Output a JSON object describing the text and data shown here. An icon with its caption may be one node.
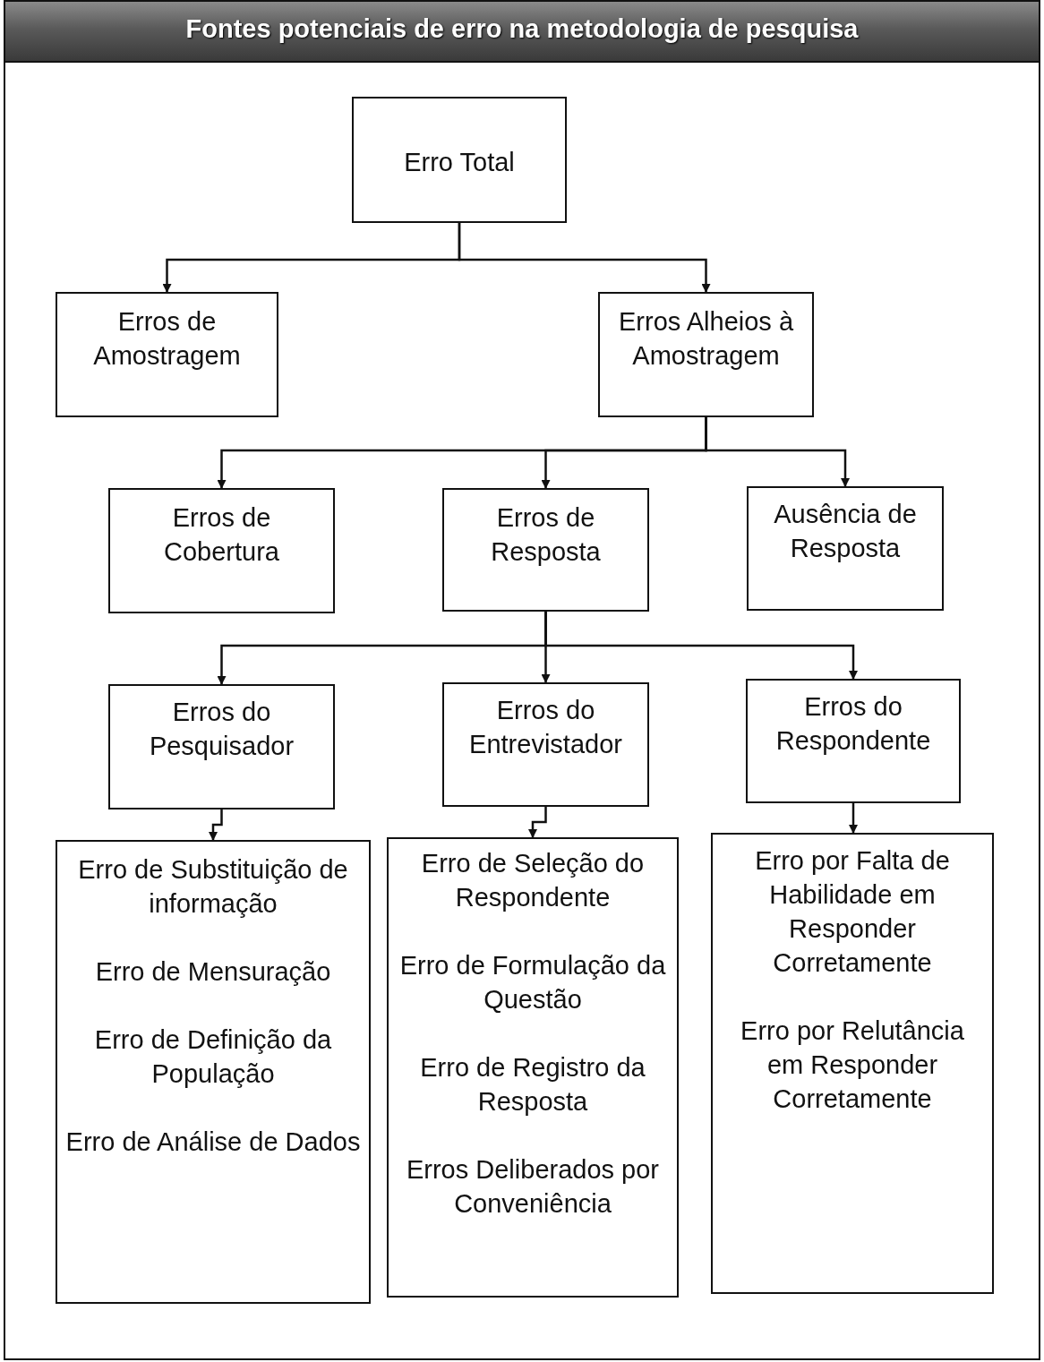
{
  "diagram": {
    "title": "Fontes potenciais de erro na metodologia de pesquisa",
    "nodes": [
      {
        "text": [
          "Erro Total"
        ]
      },
      {
        "text": [
          "Erros de Amostragem"
        ]
      },
      {
        "text": [
          "Erros Alheios à Amostragem"
        ]
      },
      {
        "text": [
          "Erros de Cobertura"
        ]
      },
      {
        "text": [
          "Erros de Resposta"
        ]
      },
      {
        "text": [
          "Ausência de Resposta"
        ]
      },
      {
        "text": [
          "Erros do Pesquisador"
        ]
      },
      {
        "text": [
          "Erros do Entrevistador"
        ]
      },
      {
        "text": [
          "Erros do Respondente"
        ]
      },
      {
        "text": [
          "Erro de Substituição de informação",
          "Erro de Mensuração",
          "Erro de Definição da População",
          "Erro de Análise de Dados"
        ]
      },
      {
        "text": [
          "Erro de Seleção do Respondente",
          "Erro de Formulação da Questão",
          "Erro de Registro da Resposta",
          "Erros Deliberados por Conveniência"
        ]
      },
      {
        "text": [
          "Erro por Falta de Habilidade em Responder Corretamente",
          "Erro por Relutância em Responder Corretamente"
        ]
      }
    ],
    "edges": [
      {
        "from": 0,
        "to": 1,
        "arrow": "to"
      },
      {
        "from": 0,
        "to": 2,
        "arrow": "to"
      },
      {
        "from": 2,
        "to": 3,
        "arrow": "to"
      },
      {
        "from": 2,
        "to": 4,
        "arrow": "to"
      },
      {
        "from": 2,
        "to": 5,
        "arrow": "to"
      },
      {
        "from": 4,
        "to": 6,
        "arrow": "to"
      },
      {
        "from": 4,
        "to": 7,
        "arrow": "to"
      },
      {
        "from": 4,
        "to": 8,
        "arrow": "to"
      },
      {
        "from": 6,
        "to": 9,
        "arrow": "to"
      },
      {
        "from": 7,
        "to": 10,
        "arrow": "to"
      },
      {
        "from": 8,
        "to": 11,
        "arrow": "to"
      }
    ]
  }
}
